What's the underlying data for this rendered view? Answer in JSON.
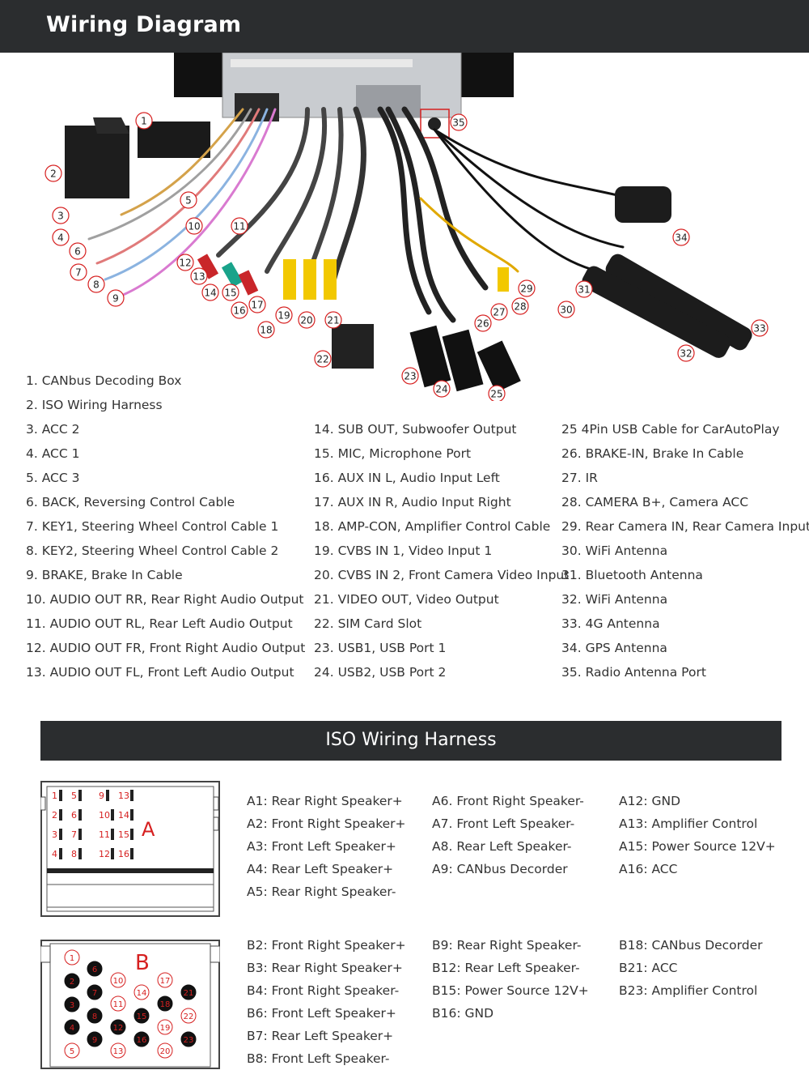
{
  "header": {
    "title": "Wiring Diagram"
  },
  "callouts": [
    "1",
    "2",
    "3",
    "4",
    "5",
    "6",
    "7",
    "8",
    "9",
    "10",
    "11",
    "12",
    "13",
    "14",
    "15",
    "16",
    "17",
    "18",
    "19",
    "20",
    "21",
    "22",
    "23",
    "24",
    "25",
    "26",
    "27",
    "28",
    "29",
    "30",
    "31",
    "32",
    "33",
    "34",
    "35"
  ],
  "legend": {
    "col1": [
      "1. CANbus Decoding Box",
      "2. ISO Wiring Harness",
      "3. ACC 2",
      "4. ACC 1",
      "5. ACC 3",
      "6. BACK, Reversing Control Cable",
      "7. KEY1, Steering Wheel Control Cable 1",
      "8. KEY2, Steering Wheel Control Cable 2",
      "9. BRAKE, Brake In Cable",
      "10. AUDIO OUT RR, Rear Right Audio Output",
      "11. AUDIO OUT RL, Rear Left Audio Output",
      "12. AUDIO OUT FR, Front Right Audio Output",
      "13. AUDIO OUT FL, Front Left Audio Output"
    ],
    "col2": [
      "14. SUB OUT, Subwoofer Output",
      "15. MIC, Microphone Port",
      "16. AUX IN L, Audio Input Left",
      "17. AUX IN R, Audio Input Right",
      "18. AMP-CON, Amplifier Control Cable",
      "19. CVBS IN 1, Video Input 1",
      "20. CVBS IN 2, Front Camera Video Input",
      "21. VIDEO OUT, Video Output",
      "22. SIM Card Slot",
      "23. USB1, USB Port 1",
      "24. USB2, USB Port 2"
    ],
    "col3": [
      "25 4Pin USB Cable for CarAutoPlay",
      "26. BRAKE-IN, Brake In Cable",
      "27. IR",
      "28. CAMERA B+, Camera ACC",
      "29. Rear Camera IN, Rear Camera Input",
      "30. WiFi Antenna",
      "31. Bluetooth Antenna",
      "32. WiFi Antenna",
      "33. 4G Antenna",
      "34. GPS Antenna",
      "35. Radio Antenna Port"
    ]
  },
  "iso": {
    "title": "ISO Wiring Harness",
    "connector_a": {
      "letter": "A",
      "pins": [
        "1",
        "2",
        "3",
        "4",
        "5",
        "6",
        "7",
        "8",
        "9",
        "10",
        "11",
        "12",
        "13",
        "14",
        "15",
        "16"
      ],
      "col1": [
        "A1: Rear Right Speaker+",
        "A2: Front Right Speaker+",
        "A3: Front Left Speaker+",
        "A4: Rear Left Speaker+",
        "A5: Rear Right Speaker-"
      ],
      "col2": [
        "A6. Front Right Speaker-",
        "A7. Front Left Speaker-",
        "A8. Rear Left Speaker-",
        "A9: CANbus Decorder"
      ],
      "col3": [
        "A12: GND",
        "A13: Amplifier Control",
        "A15: Power Source 12V+",
        "A16: ACC"
      ]
    },
    "connector_b": {
      "letter": "B",
      "pins": [
        "1",
        "2",
        "3",
        "4",
        "5",
        "6",
        "7",
        "8",
        "9",
        "10",
        "11",
        "12",
        "13",
        "14",
        "15",
        "16",
        "17",
        "18",
        "19",
        "20",
        "21",
        "22",
        "23"
      ],
      "col1": [
        "B2: Front Right Speaker+",
        "B3: Rear Right Speaker+",
        "B4: Front Right Speaker-",
        "B6: Front Left Speaker+",
        "B7: Rear Left Speaker+",
        "B8: Front Left Speaker-"
      ],
      "col2": [
        "B9: Rear Right Speaker-",
        "B12: Rear Left Speaker-",
        "B15: Power Source 12V+",
        "B16: GND"
      ],
      "col3": [
        "B18: CANbus Decorder",
        "B21: ACC",
        "B23: Amplifier Control"
      ]
    }
  },
  "colors": {
    "header_bg": "#2b2d2f",
    "callout_red": "#d62020",
    "rca_red": "#c9262a",
    "rca_yellow": "#f2c800",
    "rca_green": "#19a38a",
    "antenna": "#1c1c1c"
  }
}
